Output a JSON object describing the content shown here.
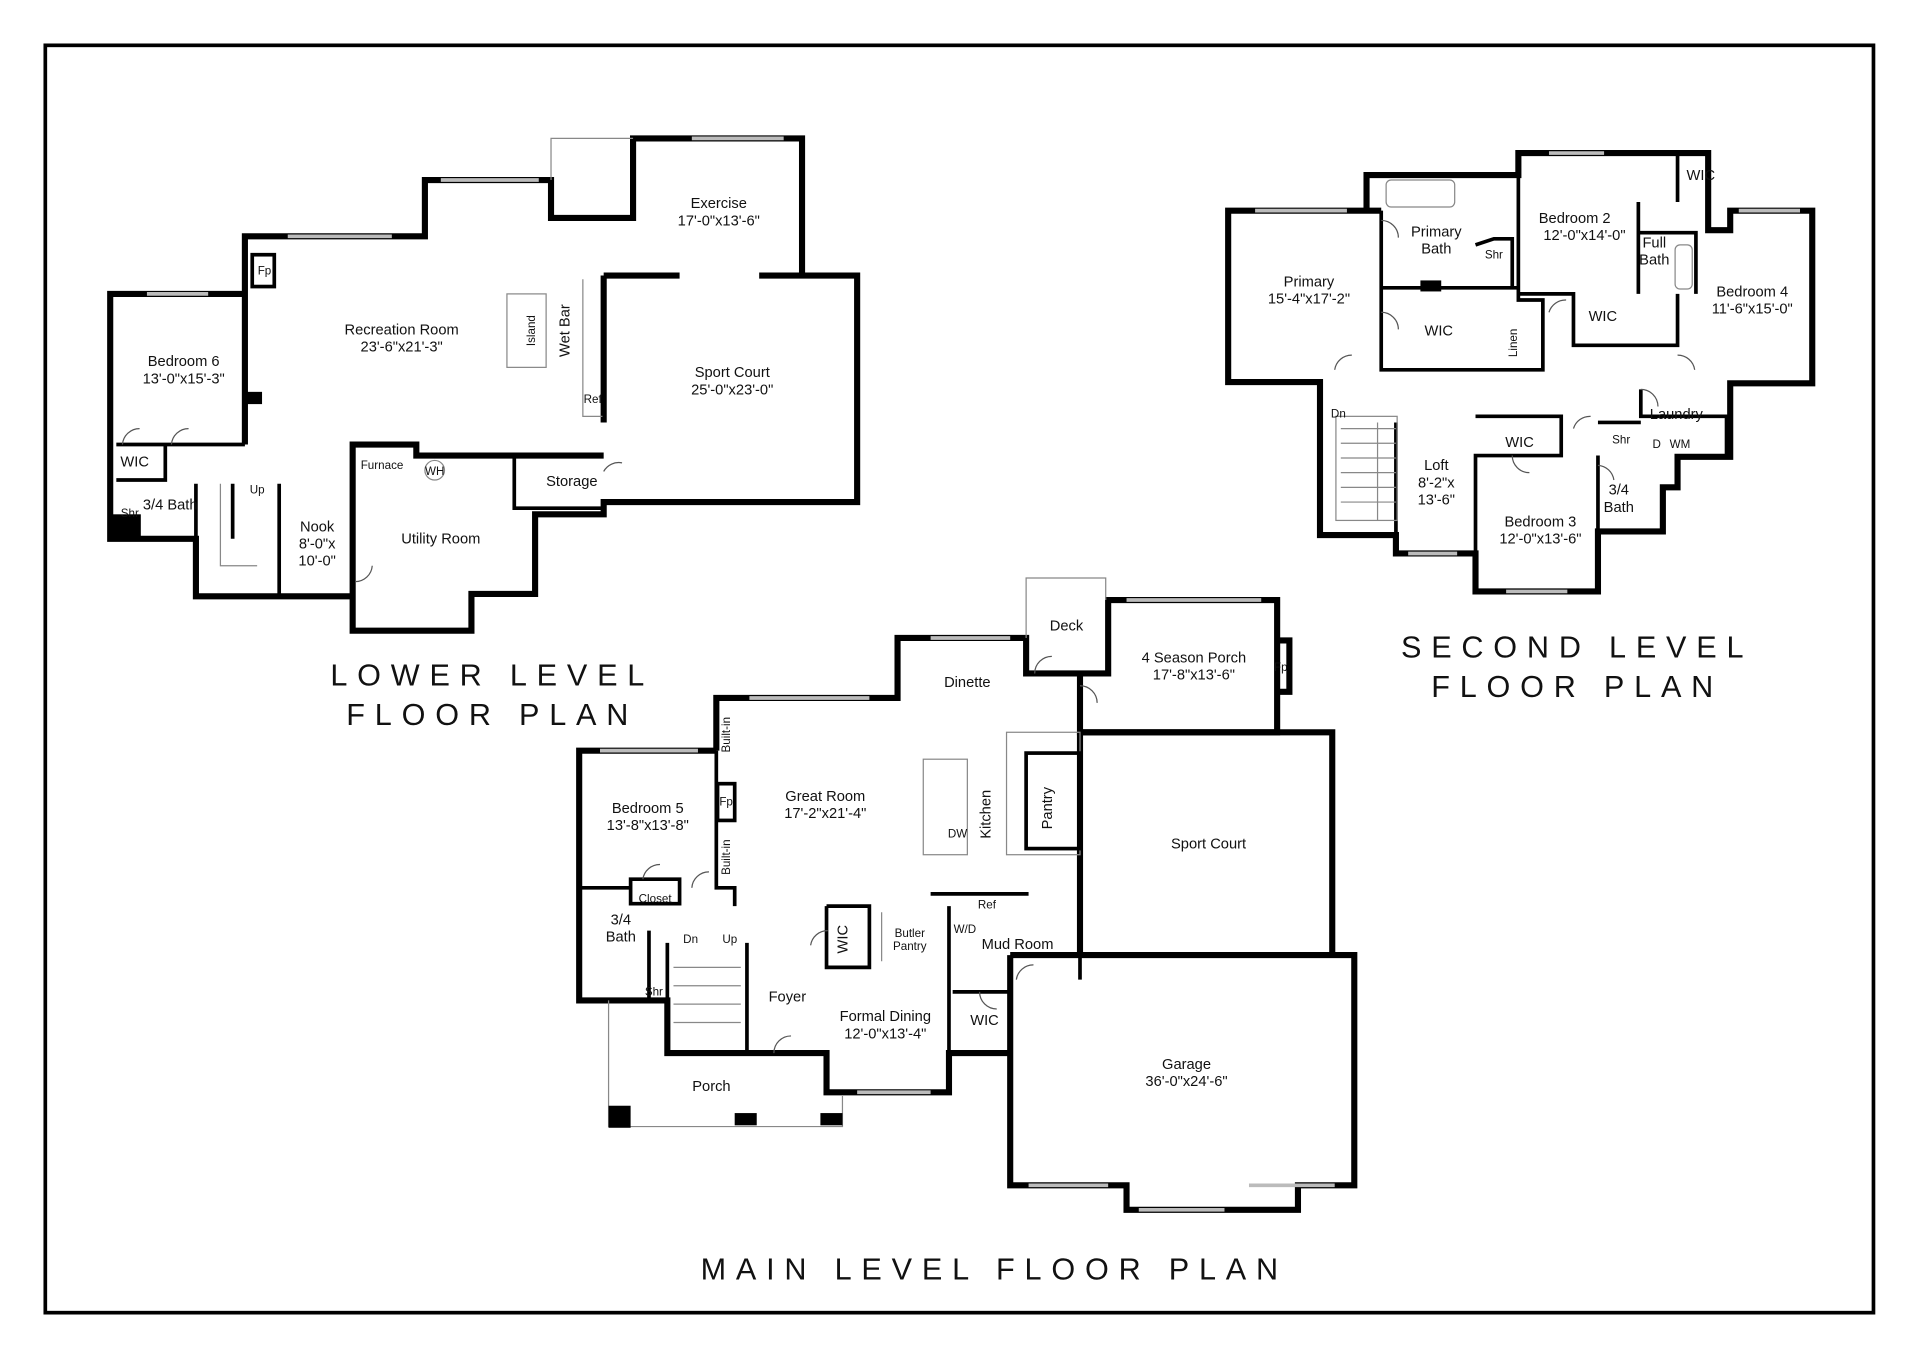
{
  "titles": {
    "lower_1": "LOWER LEVEL",
    "lower_2": "FLOOR PLAN",
    "second_1": "SECOND LEVEL",
    "second_2": "FLOOR PLAN",
    "main": "MAIN LEVEL FLOOR PLAN"
  },
  "lower": {
    "exercise": "Exercise",
    "exercise_dim": "17'-0\"x13'-6\"",
    "recreation": "Recreation Room",
    "recreation_dim": "23'-6\"x21'-3\"",
    "bedroom6": "Bedroom 6",
    "bedroom6_dim": "13'-0\"x15'-3\"",
    "sport": "Sport Court",
    "sport_dim": "25'-0\"x23'-0\"",
    "island": "Island",
    "wetbar": "Wet Bar",
    "fp": "Fp",
    "ref": "Ref",
    "wic": "WIC",
    "shr": "Shr",
    "bath": "3/4 Bath",
    "up": "Up",
    "nook": "Nook",
    "nook_dim1": "8'-0\"x",
    "nook_dim2": "10'-0\"",
    "furnace": "Furnace",
    "wh": "WH",
    "storage": "Storage",
    "utility": "Utility Room"
  },
  "second": {
    "primary": "Primary",
    "primary_dim": "15'-4\"x17'-2\"",
    "pbath1": "Primary",
    "pbath2": "Bath",
    "shr": "Shr",
    "bedroom2": "Bedroom 2",
    "bedroom2_dim": "12'-0\"x14'-0\"",
    "wic_b2": "WIC",
    "fullbath1": "Full",
    "fullbath2": "Bath",
    "bedroom4": "Bedroom 4",
    "bedroom4_dim": "11'-6\"x15'-0\"",
    "wic_primary": "WIC",
    "linen": "Linen",
    "wic_b4": "WIC",
    "laundry": "Laundry",
    "dryer": "D",
    "washer": "WM",
    "dn": "Dn",
    "loft": "Loft",
    "loft_dim1": "8'-2\"x",
    "loft_dim2": "13'-6\"",
    "wic_b3": "WIC",
    "shr2": "Shr",
    "bath34_1": "3/4",
    "bath34_2": "Bath",
    "bedroom3": "Bedroom 3",
    "bedroom3_dim": "12'-0\"x13'-6\""
  },
  "main": {
    "deck": "Deck",
    "dinette": "Dinette",
    "porch4": "4 Season Porch",
    "porch4_dim": "17'-8\"x13'-6\"",
    "fp_porch": "Fp",
    "builtin1": "Built-in",
    "builtin2": "Built-in",
    "great": "Great Room",
    "great_dim": "17'-2\"x21'-4\"",
    "bedroom5": "Bedroom 5",
    "bedroom5_dim": "13'-8\"x13'-8\"",
    "fp": "Fp",
    "kitchen": "Kitchen",
    "pantry": "Pantry",
    "dw": "DW",
    "sport": "Sport Court",
    "closet": "Closet",
    "ref": "Ref",
    "bath1": "3/4",
    "bath2": "Bath",
    "wic": "WIC",
    "butler1": "Butler",
    "butler2": "Pantry",
    "wd": "W/D",
    "mud": "Mud Room",
    "dn": "Dn",
    "up": "Up",
    "shr": "Shr",
    "foyer": "Foyer",
    "dining": "Formal Dining",
    "dining_dim": "12'-0\"x13'-4\"",
    "wic2": "WIC",
    "porch": "Porch",
    "garage": "Garage",
    "garage_dim": "36'-0\"x24'-6\""
  }
}
